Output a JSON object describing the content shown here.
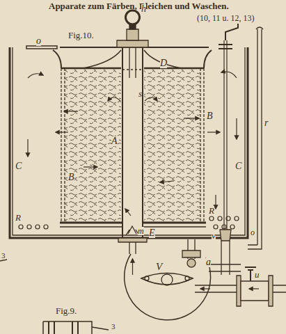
{
  "diagram": {
    "title": "Apparate zum Färben, Bleichen und Waschen.",
    "labels": [
      "(10, 11 u. 12, 13)",
      "Fig.10.",
      "h",
      "o",
      "D",
      "s",
      "A",
      "B",
      "B",
      "C",
      "C",
      "R",
      "R",
      "E",
      "m",
      "v",
      "o",
      "r",
      "a",
      "V",
      "u",
      "3",
      "Fig.9.",
      "3"
    ]
  }
}
